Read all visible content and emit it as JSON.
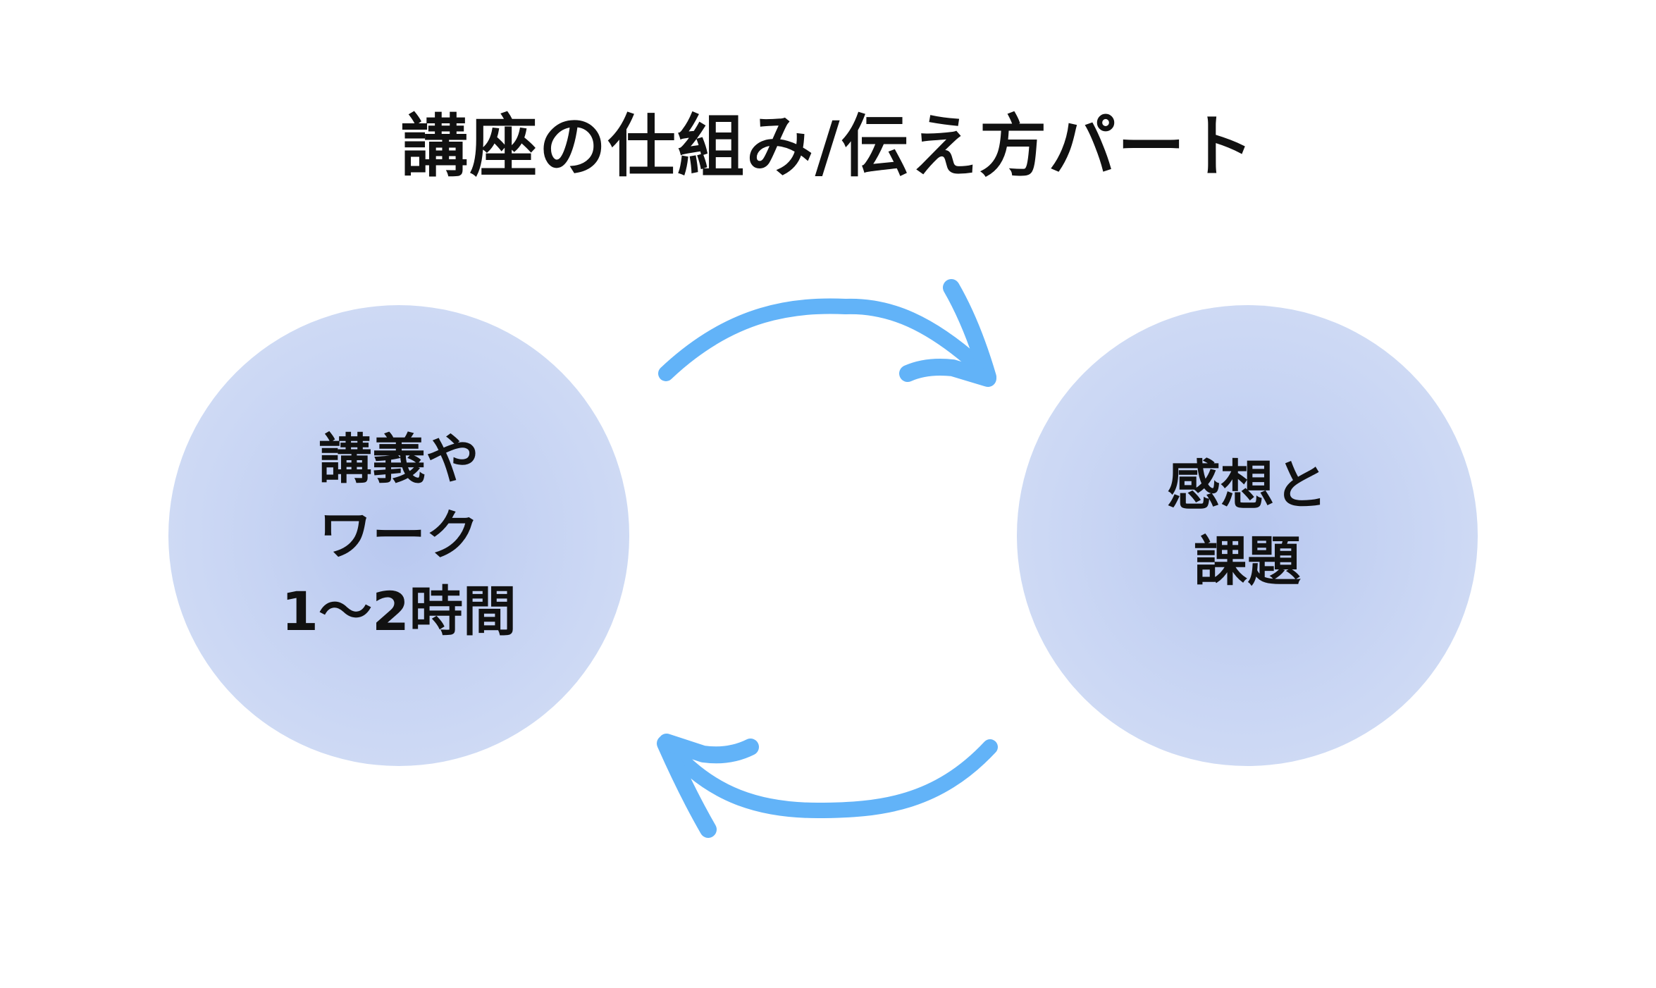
{
  "title": "講座の仕組み/伝え方パート",
  "nodes": {
    "left": {
      "lines": [
        "講義や",
        "ワーク",
        "1～2時間"
      ]
    },
    "right": {
      "lines": [
        "感想と",
        "課題"
      ]
    }
  },
  "colors": {
    "arrow": "#62b3f8",
    "circle_center": "#b8c8f0",
    "circle_edge": "#d6e0f6",
    "text": "#111111"
  }
}
